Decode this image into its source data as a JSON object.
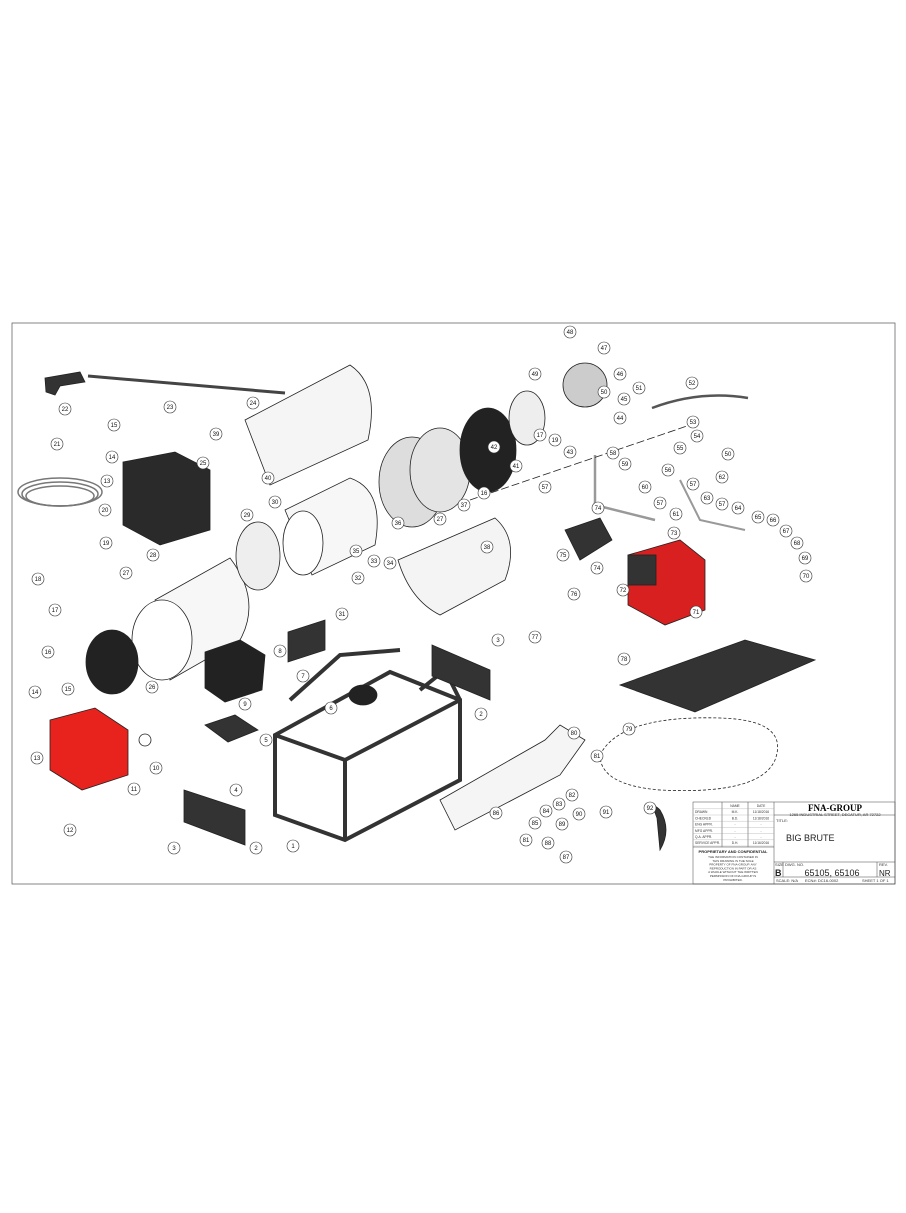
{
  "title_block": {
    "company": "FNA-GROUP",
    "address": "1265 INDUSTRIAL STREET, DECATUR, AR 72722",
    "title_label": "TITLE:",
    "title": "BIG BRUTE",
    "size_label": "SIZE",
    "size": "B",
    "dwg_label": "DWG. NO.",
    "dwg_no": "65105, 65106",
    "rev_label": "REV.",
    "rev": "NR",
    "scale": "SCALE: N/A",
    "ecn": "ECN#: DC16-0002",
    "sheet": "SHEET 1 OF 1",
    "headers": [
      "",
      "NAME",
      "DATE"
    ],
    "rows": [
      [
        "DRAWN",
        "M.K.",
        "11/18/2016"
      ],
      [
        "CHECKED",
        "B.D.",
        "11/18/2016"
      ],
      [
        "ENG APPR.",
        "-",
        "-"
      ],
      [
        "MFG APPR.",
        "-",
        "-"
      ],
      [
        "Q.A. APPR.",
        "-",
        "-"
      ],
      [
        "SERVICE APPR.",
        "D.H.",
        "11/16/2016"
      ]
    ],
    "proprietary_heading": "PROPRIETARY AND CONFIDENTIAL",
    "proprietary_text": [
      "THE INFORMATION CONTAINED IN",
      "THIS DRAWING IS THE SOLE",
      "PROPERTY OF FNA-GROUP. ANY",
      "REPRODUCTION IN PART OR AS",
      "A WHOLE WITHOUT THE WRITTEN",
      "PERMISSION OF FNA-GROUP IS",
      "PROHIBITED."
    ]
  },
  "callouts": [
    "48",
    "47",
    "46",
    "49",
    "45",
    "51",
    "50",
    "52",
    "22",
    "23",
    "24",
    "15",
    "44",
    "53",
    "54",
    "39",
    "17",
    "19",
    "42",
    "43",
    "55",
    "14",
    "25",
    "58",
    "59",
    "41",
    "50",
    "21",
    "40",
    "62",
    "56",
    "57",
    "13",
    "16",
    "37",
    "60",
    "57",
    "20",
    "30",
    "63",
    "27",
    "74",
    "57",
    "61",
    "36",
    "64",
    "29",
    "57",
    "65",
    "19",
    "73",
    "66",
    "35",
    "67",
    "38",
    "28",
    "34",
    "75",
    "74",
    "72",
    "68",
    "18",
    "27",
    "32",
    "33",
    "69",
    "70",
    "17",
    "31",
    "76",
    "71",
    "3",
    "16",
    "77",
    "8",
    "7",
    "26",
    "78",
    "14",
    "15",
    "6",
    "2",
    "9",
    "5",
    "79",
    "80",
    "13",
    "10",
    "4",
    "81",
    "11",
    "91",
    "92",
    "12",
    "1",
    "2",
    "3",
    "86",
    "81",
    "85",
    "84",
    "83",
    "82",
    "90",
    "89",
    "88",
    "87"
  ],
  "colors": {
    "line": "#222222",
    "tank_red": "#e8231d",
    "engine_red": "#d92020",
    "part_dark": "#2a2a2a",
    "part_light": "#f2f2f2"
  }
}
